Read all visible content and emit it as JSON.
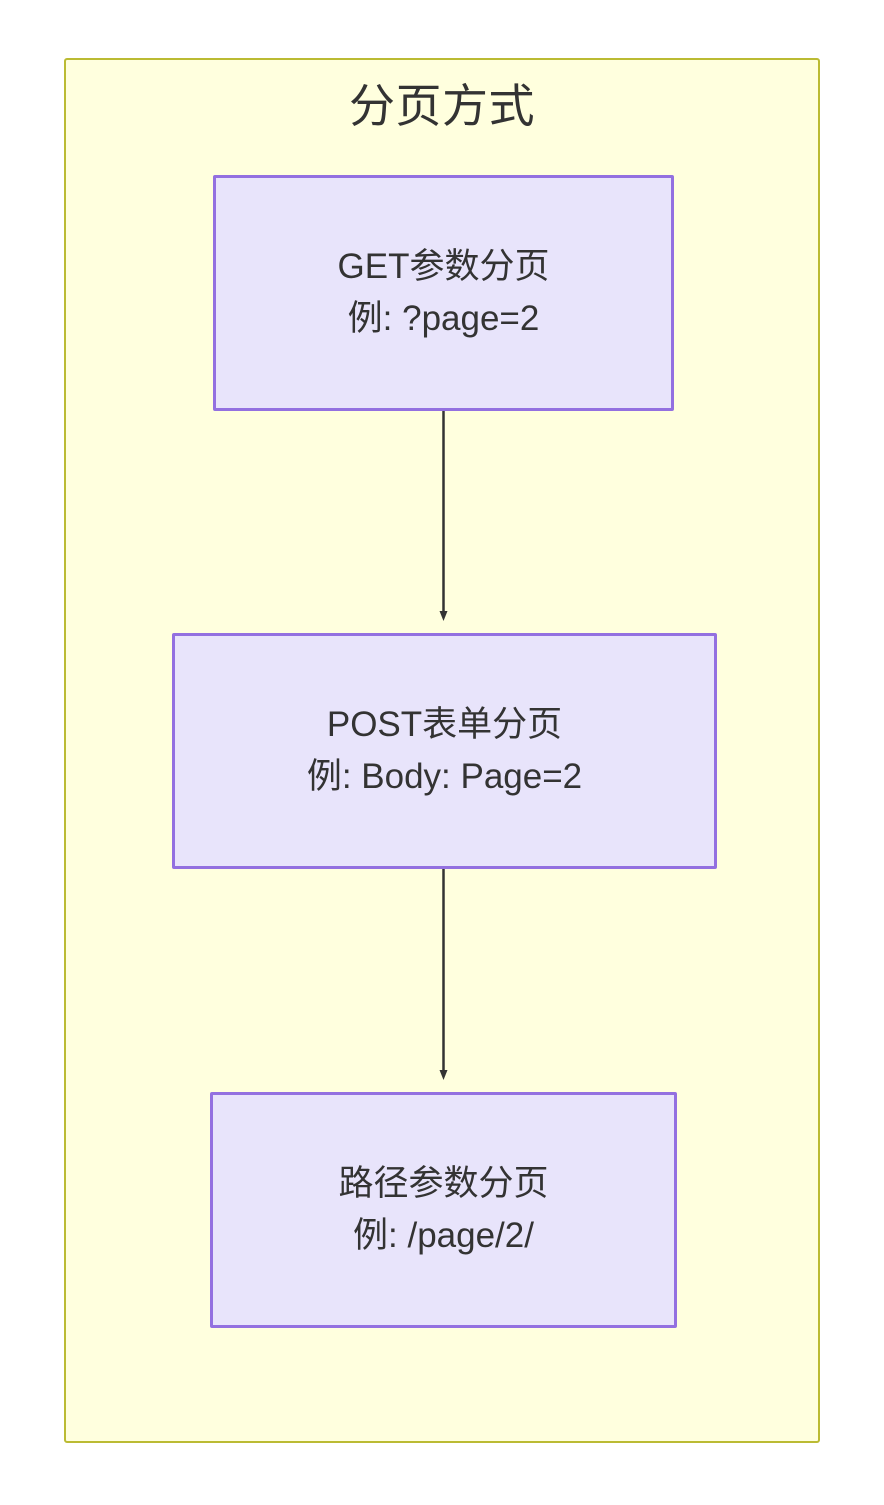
{
  "diagram": {
    "type": "flowchart",
    "direction": "top-to-bottom",
    "container": {
      "title": "分页方式",
      "fill_color": "#ffffde",
      "border_color": "#bbbb33"
    },
    "node_style": {
      "fill_color": "#e8e4fb",
      "border_color": "#9370e0",
      "text_color": "#333333"
    },
    "edge_style": {
      "line_color": "#333333",
      "arrowhead": "solid-triangle"
    },
    "nodes": [
      {
        "id": "get",
        "title": "GET参数分页",
        "example": "例: ?page=2"
      },
      {
        "id": "post",
        "title": "POST表单分页",
        "example": "例: Body: Page=2"
      },
      {
        "id": "path",
        "title": "路径参数分页",
        "example": "例: /page/2/"
      }
    ],
    "edges": [
      {
        "from": "get",
        "to": "post",
        "label": ""
      },
      {
        "from": "post",
        "to": "path",
        "label": ""
      }
    ]
  }
}
